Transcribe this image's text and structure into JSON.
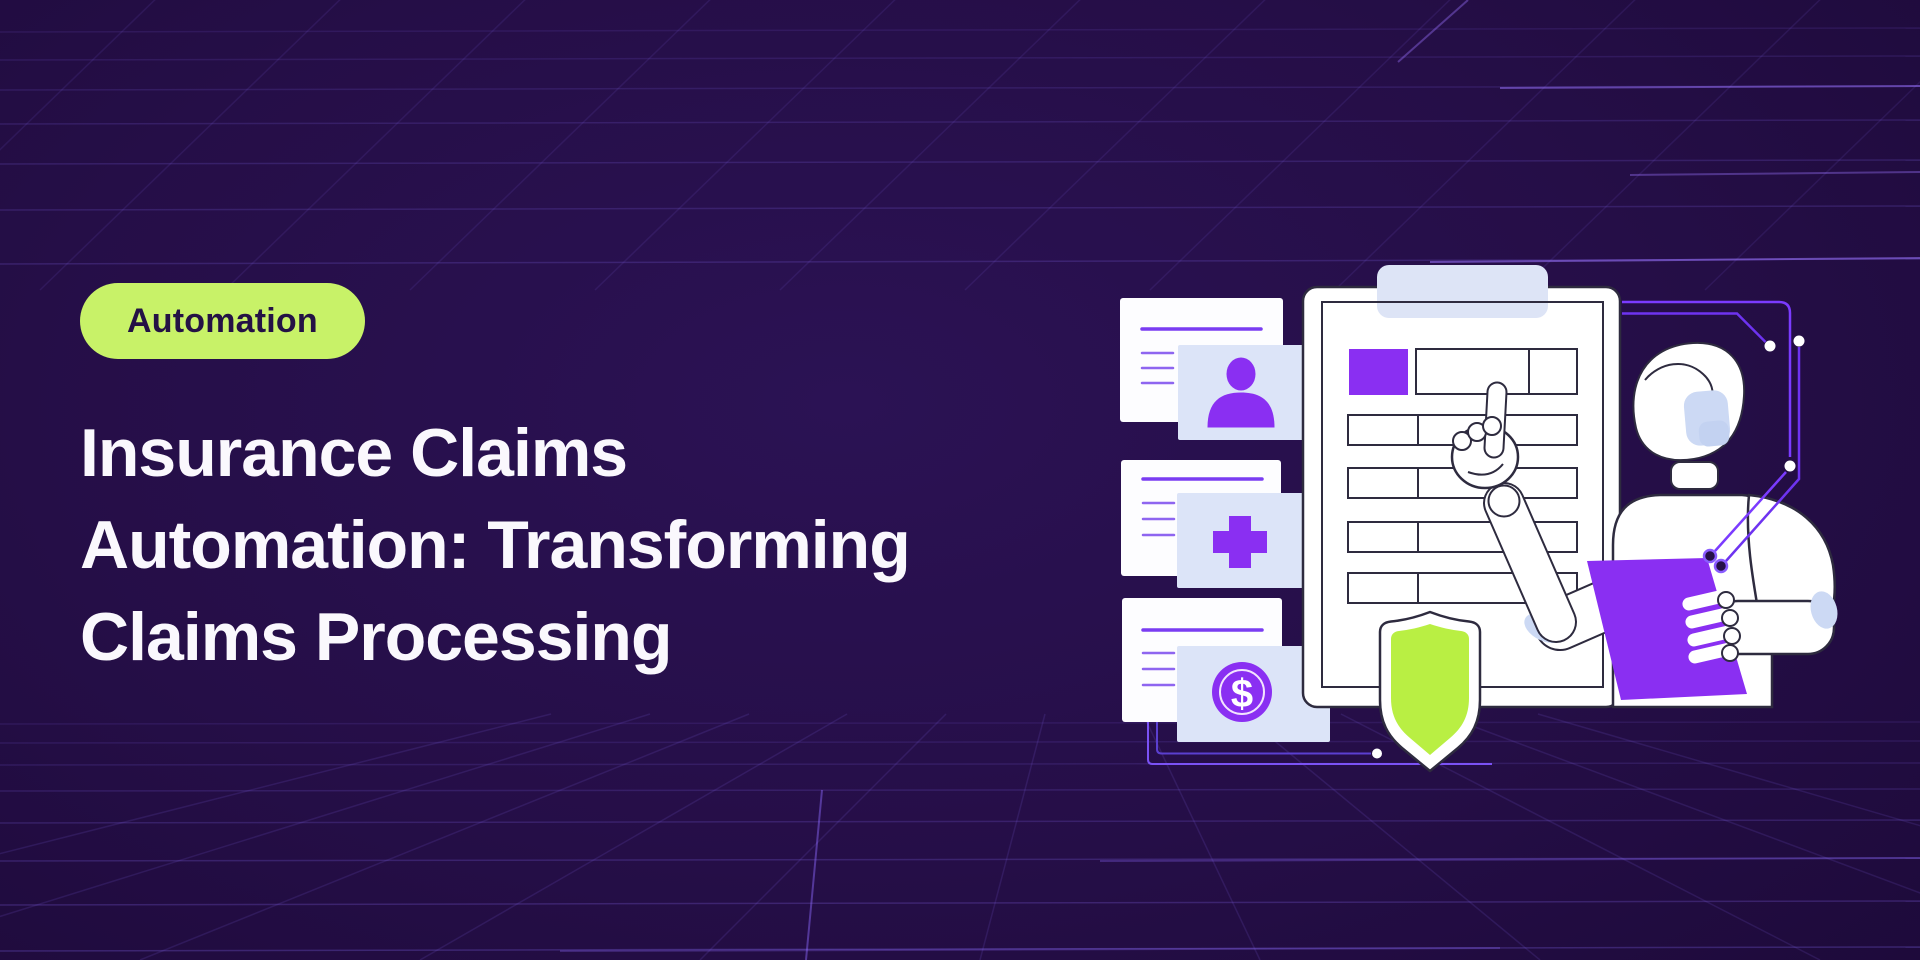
{
  "badge": {
    "label": "Automation"
  },
  "heading": {
    "line1": "Insurance Claims",
    "line2": "Automation: Transforming",
    "line3": "Claims Processing"
  },
  "illustration": {
    "dollar_symbol": "$",
    "icons": [
      "user-icon",
      "medical-plus-icon",
      "dollar-coin-icon",
      "shield-icon",
      "robot-figure",
      "clipboard-form-icon",
      "circuit-lines"
    ]
  },
  "colors": {
    "background": "#250E47",
    "badge_bg": "#C8F268",
    "badge_text": "#241245",
    "heading_text": "#FAF8FD",
    "accent_purple": "#8A2FF2",
    "line_purple": "#7A3CF2",
    "card_white": "#FDFDFF",
    "card_lavender": "#DCE4F8",
    "clip_lavender": "#DDE4F6",
    "shield_green": "#B9EF43",
    "outline_dark": "#2E2B3F",
    "circuit_purple": "#6E33F0",
    "grid_line": "#7C5FE0"
  }
}
